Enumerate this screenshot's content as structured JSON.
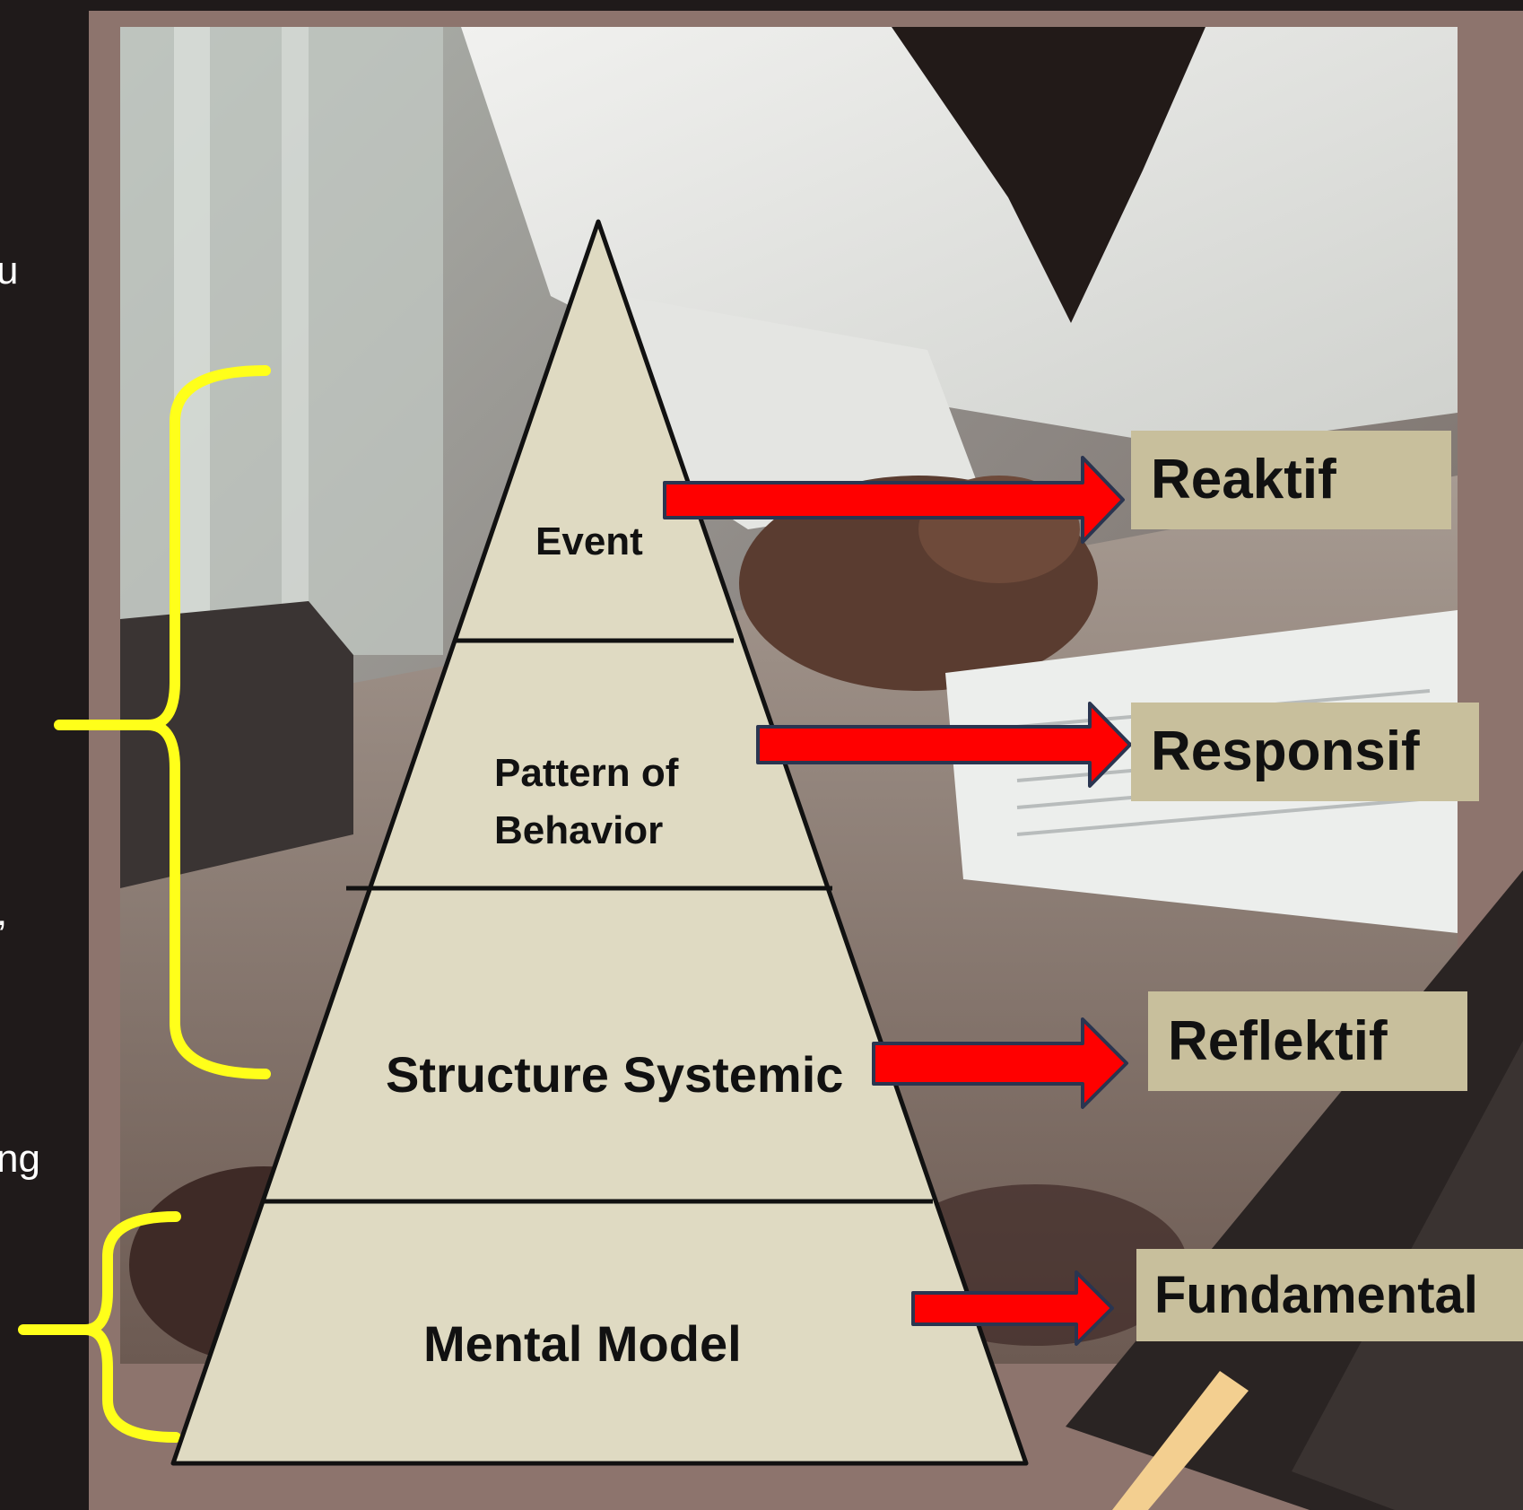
{
  "slide": {
    "left_text_fragments": [
      "u",
      ",",
      "ng"
    ],
    "colors": {
      "frame": "#8d746d",
      "dark_background": "#1f1a1a",
      "pyramid_fill": "#dfdac2",
      "label_box": "#c8bf9c",
      "arrow_fill": "#ff0000",
      "arrow_stroke": "#2a3550",
      "bracket": "#ffff1a",
      "accent_stripe": "#f3cf90"
    }
  },
  "iceberg": {
    "tiers": [
      {
        "lines": [
          "Event"
        ]
      },
      {
        "lines": [
          "Pattern of",
          "Behavior"
        ]
      },
      {
        "lines": [
          "Structure Systemic"
        ]
      },
      {
        "lines": [
          "Mental Model"
        ]
      }
    ],
    "responses": [
      "Reaktif",
      "Responsif",
      "Reflektif",
      "Fundamental"
    ]
  }
}
